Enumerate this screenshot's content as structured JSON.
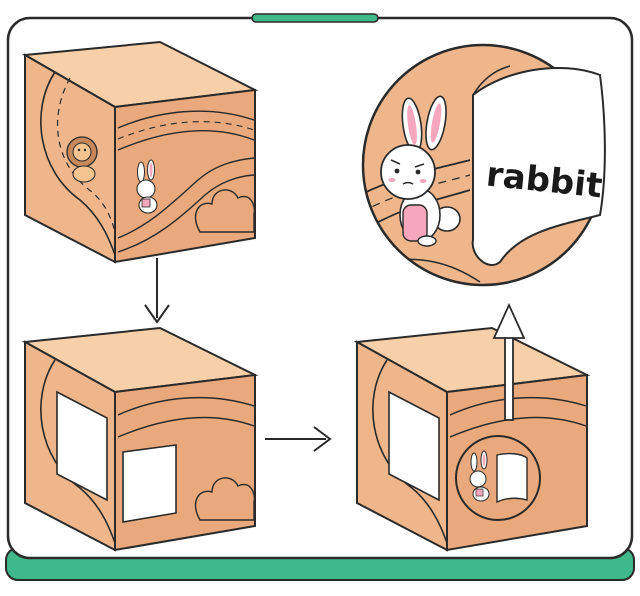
{
  "labels": {
    "card_word": "rabbit"
  },
  "colors": {
    "frame_green": "#3fb88a",
    "frame_stroke": "#2a2a2a",
    "box_top": "#f7cfa8",
    "box_left": "#efb68b",
    "box_right": "#e9a97c",
    "road": "#dd9a6c",
    "paper": "#ffffff",
    "rabbit_ear_inner": "#f6a7bd",
    "lion_mane": "#c9885a"
  },
  "icons": {
    "lion": "lion-sticker-icon",
    "rabbit": "rabbit-sticker-icon",
    "arrow_down": "arrow-down-icon",
    "arrow_right": "arrow-right-icon",
    "arrow_up": "arrow-up-icon",
    "magnifier": "magnifier-circle-icon"
  },
  "steps": [
    {
      "id": "box-with-stickers",
      "stickers": [
        "lion",
        "rabbit"
      ]
    },
    {
      "id": "box-with-blank-papers",
      "papers": 2
    },
    {
      "id": "box-paper-lifted",
      "reveals": "rabbit"
    }
  ]
}
